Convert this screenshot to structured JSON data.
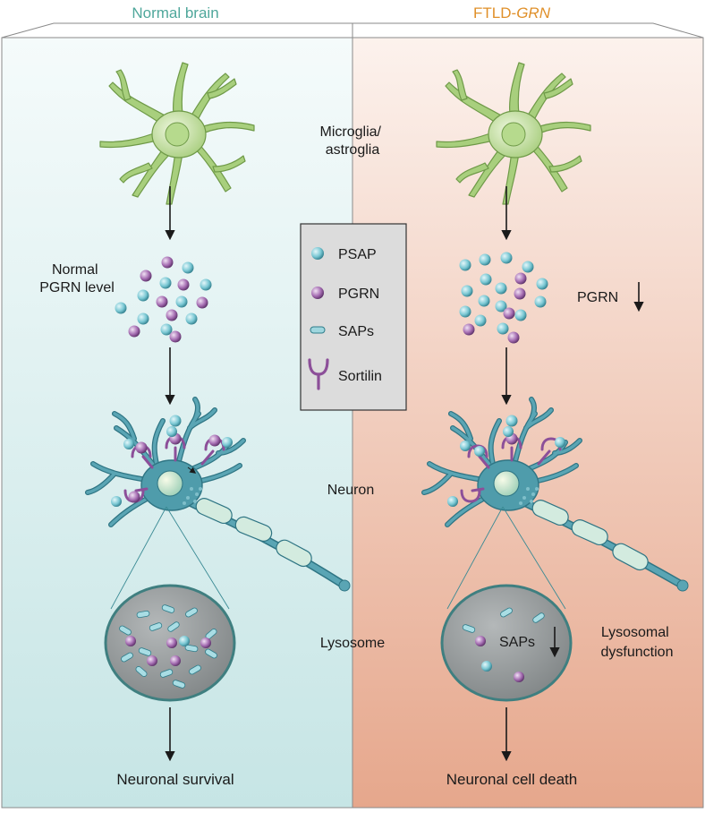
{
  "panels": {
    "left_title": "Normal brain",
    "right_title_prefix": "FTLD-",
    "right_title_italic": "GRN"
  },
  "labels": {
    "glia": [
      "Microglia/",
      "astroglia"
    ],
    "normal_pgrn": [
      "Normal",
      "PGRN level"
    ],
    "pgrn_low": "PGRN",
    "neuron": "Neuron",
    "lysosome": "Lysosome",
    "saps_low": "SAPs",
    "lysosomal_dysfunction": [
      "Lysosomal",
      "dysfunction"
    ],
    "left_outcome": "Neuronal survival",
    "right_outcome": "Neuronal cell death"
  },
  "legend": [
    {
      "name": "PSAP",
      "icon": "psap-sphere-icon"
    },
    {
      "name": "PGRN",
      "icon": "pgrn-sphere-icon"
    },
    {
      "name": "SAPs",
      "icon": "sap-capsule-icon"
    },
    {
      "name": "Sortilin",
      "icon": "sortilin-receptor-icon"
    }
  ],
  "colors": {
    "left_panel_top": "#f4fbfb",
    "left_panel_bottom": "#c8e6e6",
    "right_panel_top": "#fbf1ec",
    "right_panel_bottom": "#e7a98f",
    "left_title": "#4fa79b",
    "right_title": "#e0902a",
    "glia_fill": "#8fb86a",
    "glia_body": "#c8e2a4",
    "psap": "#6fc2cf",
    "pgrn": "#a26aaf",
    "neuron_fill": "#3d8ea0",
    "neuron_soma": "#5aa5b4",
    "axon_segment": "#cfe7dd",
    "lysosome_fill": "#8f9394",
    "legend_bg": "#dcdcdc"
  }
}
